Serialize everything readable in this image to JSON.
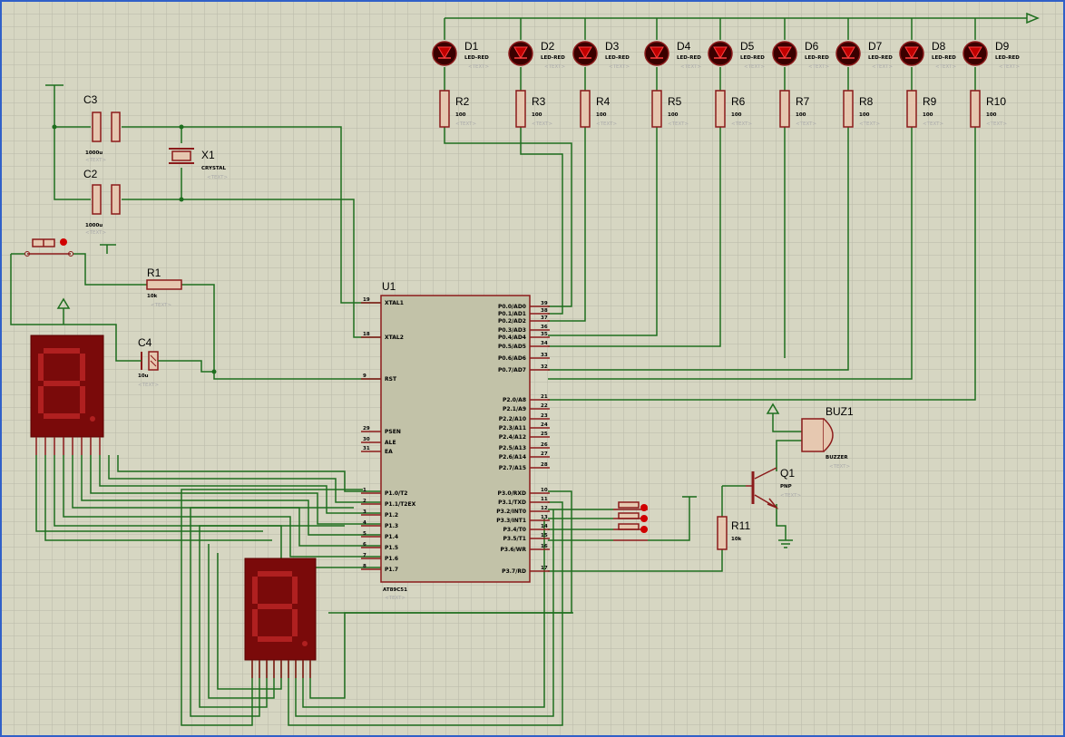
{
  "canvas": {
    "background": "#d6d6c2",
    "grid_color": "#b8b8a8",
    "wire_color": "#1e6e1e",
    "part_color": "#8b1a1a",
    "border_color": "#3060c8"
  },
  "leds": [
    {
      "ref": "D1",
      "value": "LED-RED"
    },
    {
      "ref": "D2",
      "value": "LED-RED"
    },
    {
      "ref": "D3",
      "value": "LED-RED"
    },
    {
      "ref": "D4",
      "value": "LED-RED"
    },
    {
      "ref": "D5",
      "value": "LED-RED"
    },
    {
      "ref": "D6",
      "value": "LED-RED"
    },
    {
      "ref": "D7",
      "value": "LED-RED"
    },
    {
      "ref": "D8",
      "value": "LED-RED"
    },
    {
      "ref": "D9",
      "value": "LED-RED"
    }
  ],
  "led_resistors": [
    {
      "ref": "R2",
      "value": "100"
    },
    {
      "ref": "R3",
      "value": "100"
    },
    {
      "ref": "R4",
      "value": "100"
    },
    {
      "ref": "R5",
      "value": "100"
    },
    {
      "ref": "R6",
      "value": "100"
    },
    {
      "ref": "R7",
      "value": "100"
    },
    {
      "ref": "R8",
      "value": "100"
    },
    {
      "ref": "R9",
      "value": "100"
    },
    {
      "ref": "R10",
      "value": "100"
    }
  ],
  "text_placeholder": "<TEXT>",
  "capacitors": {
    "c3": {
      "ref": "C3",
      "value": "1000u"
    },
    "c2": {
      "ref": "C2",
      "value": "1000u"
    },
    "c4": {
      "ref": "C4",
      "value": "10u"
    }
  },
  "crystal": {
    "ref": "X1",
    "value": "CRYSTAL"
  },
  "r1": {
    "ref": "R1",
    "value": "10k"
  },
  "r11": {
    "ref": "R11",
    "value": "10k"
  },
  "mcu": {
    "ref": "U1",
    "part": "AT89C51",
    "left_pins": [
      {
        "num": "19",
        "name": "XTAL1"
      },
      {
        "num": "18",
        "name": "XTAL2"
      },
      {
        "num": "9",
        "name": "RST"
      },
      {
        "num": "29",
        "name": "PSEN"
      },
      {
        "num": "30",
        "name": "ALE"
      },
      {
        "num": "31",
        "name": "EA"
      },
      {
        "num": "1",
        "name": "P1.0/T2"
      },
      {
        "num": "2",
        "name": "P1.1/T2EX"
      },
      {
        "num": "3",
        "name": "P1.2"
      },
      {
        "num": "4",
        "name": "P1.3"
      },
      {
        "num": "5",
        "name": "P1.4"
      },
      {
        "num": "6",
        "name": "P1.5"
      },
      {
        "num": "7",
        "name": "P1.6"
      },
      {
        "num": "8",
        "name": "P1.7"
      }
    ],
    "right_pins": [
      {
        "num": "39",
        "name": "P0.0/AD0"
      },
      {
        "num": "38",
        "name": "P0.1/AD1"
      },
      {
        "num": "37",
        "name": "P0.2/AD2"
      },
      {
        "num": "36",
        "name": "P0.3/AD3"
      },
      {
        "num": "35",
        "name": "P0.4/AD4"
      },
      {
        "num": "34",
        "name": "P0.5/AD5"
      },
      {
        "num": "33",
        "name": "P0.6/AD6"
      },
      {
        "num": "32",
        "name": "P0.7/AD7"
      },
      {
        "num": "21",
        "name": "P2.0/A8"
      },
      {
        "num": "22",
        "name": "P2.1/A9"
      },
      {
        "num": "23",
        "name": "P2.2/A10"
      },
      {
        "num": "24",
        "name": "P2.3/A11"
      },
      {
        "num": "25",
        "name": "P2.4/A12"
      },
      {
        "num": "26",
        "name": "P2.5/A13"
      },
      {
        "num": "27",
        "name": "P2.6/A14"
      },
      {
        "num": "28",
        "name": "P2.7/A15"
      },
      {
        "num": "10",
        "name": "P3.0/RXD"
      },
      {
        "num": "11",
        "name": "P3.1/TXD"
      },
      {
        "num": "12",
        "name": "P3.2/INT0"
      },
      {
        "num": "13",
        "name": "P3.3/INT1"
      },
      {
        "num": "14",
        "name": "P3.4/T0"
      },
      {
        "num": "15",
        "name": "P3.5/T1"
      },
      {
        "num": "16",
        "name": "P3.6/WR"
      },
      {
        "num": "17",
        "name": "P3.7/RD"
      }
    ]
  },
  "buzzer": {
    "ref": "BUZ1",
    "value": "BUZZER"
  },
  "transistor": {
    "ref": "Q1",
    "value": "PNP"
  }
}
